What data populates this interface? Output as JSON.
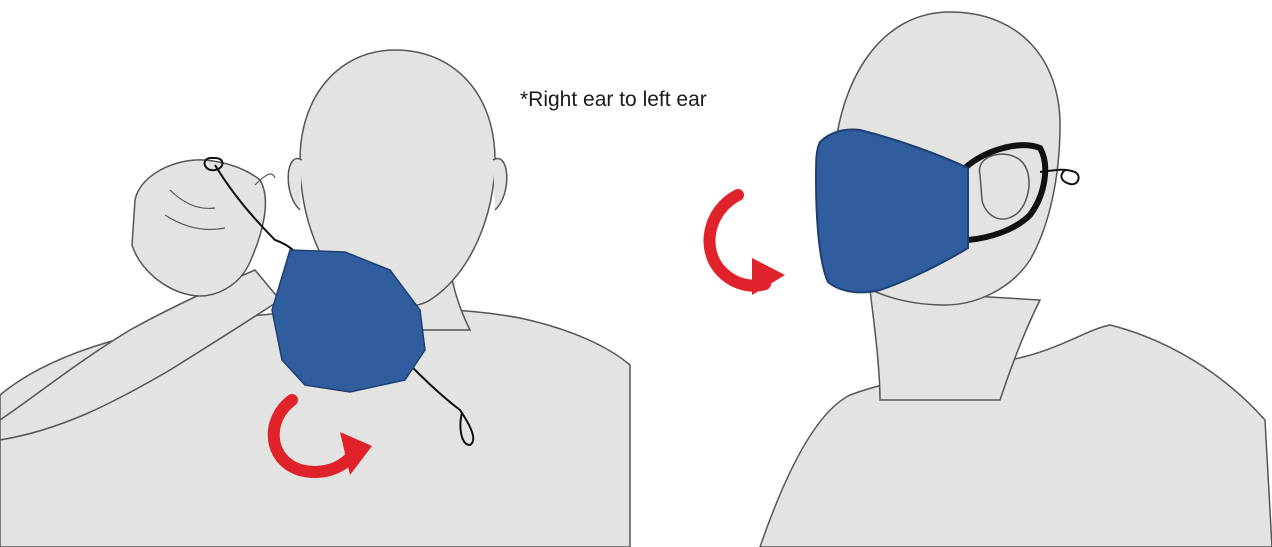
{
  "caption": "*Right ear to left ear",
  "colors": {
    "skin": "#e3e3e1",
    "outline": "#4a4a4a",
    "mask": "#2f5d9e",
    "mask_edge": "#1f3f73",
    "strap": "#111111",
    "arrow": "#e0232b"
  },
  "panels": [
    {
      "step": "hold-mask-by-ear-loop"
    },
    {
      "step": "mask-worn-on-face"
    }
  ]
}
